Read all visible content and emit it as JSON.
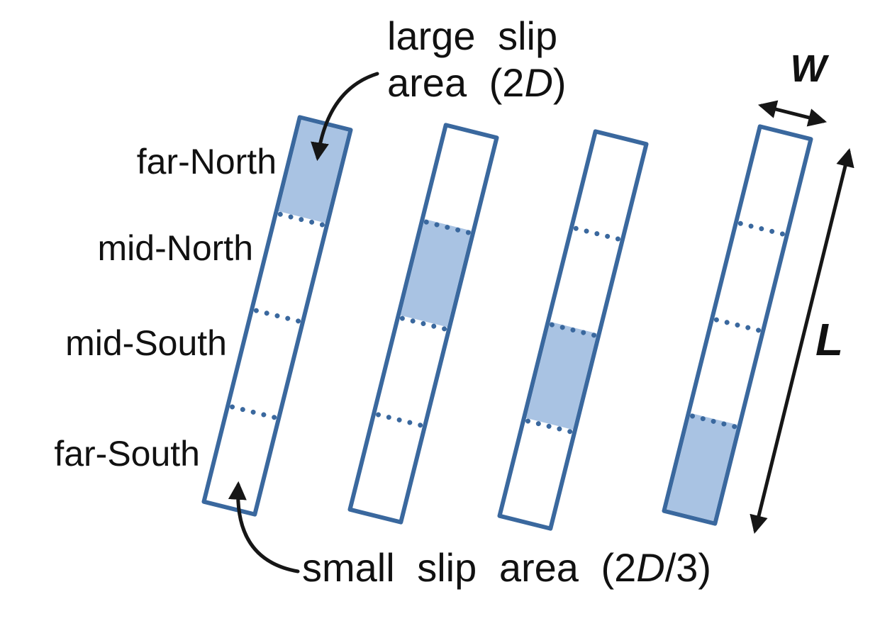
{
  "diagram": {
    "description": "Four fault-strip slip scenarios, each strip split into four segments with one shaded large-slip patch",
    "position_labels": [
      {
        "label": "far-North"
      },
      {
        "label": "mid-North"
      },
      {
        "label": "mid-South"
      },
      {
        "label": "far-South"
      }
    ],
    "caption_large_line1": "large slip",
    "caption_large_line2_pre": "area (2",
    "caption_large_var": "D",
    "caption_large_line2_post": ")",
    "caption_small_pre": "small slip area (2",
    "caption_small_var": "D",
    "caption_small_post": "/3)",
    "width_label": "W",
    "length_label": "L",
    "strips": [
      {
        "scenario": "far-North",
        "shaded_segment_index": 0
      },
      {
        "scenario": "mid-North",
        "shaded_segment_index": 1
      },
      {
        "scenario": "mid-South",
        "shaded_segment_index": 2
      },
      {
        "scenario": "far-South",
        "shaded_segment_index": 3
      }
    ],
    "colors": {
      "strip_border": "#3a689e",
      "slip_fill": "#a9c3e3",
      "arrow": "#161616",
      "text": "#111111"
    }
  }
}
